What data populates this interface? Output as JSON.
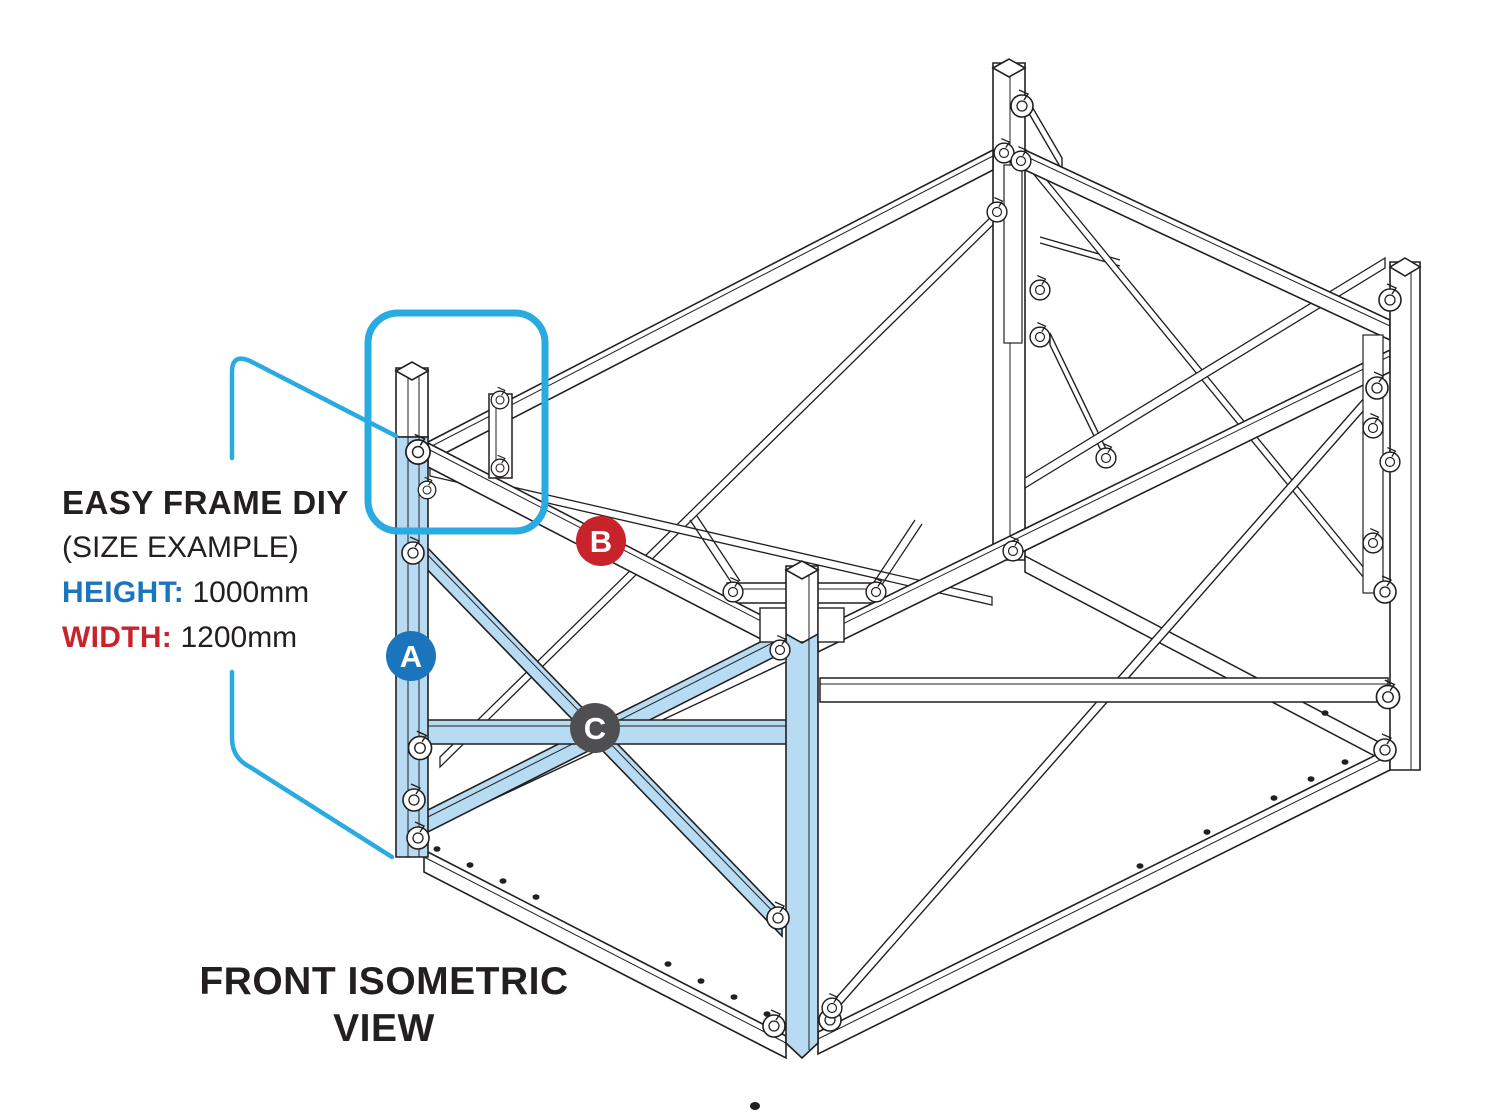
{
  "annotations": {
    "info_panel": {
      "title": "EASY FRAME DIY",
      "subtitle": "(SIZE EXAMPLE)",
      "specs": [
        {
          "label": "HEIGHT:",
          "value": "1000mm"
        },
        {
          "label": "WIDTH:",
          "value": "1200mm"
        }
      ]
    },
    "view_caption": {
      "line1": "FRONT ISOMETRIC",
      "line2": "VIEW"
    },
    "part_badges": [
      {
        "letter": "A"
      },
      {
        "letter": "B"
      },
      {
        "letter": "C"
      }
    ]
  },
  "colors": {
    "callout_accent": "#29abe2",
    "height_label_blue": "#1b75bc",
    "width_label_red": "#c8232b",
    "badge_a": "#1b75bc",
    "badge_b": "#c8232b",
    "badge_c": "#4f4f51",
    "highlight_member": "#b7dbf3",
    "line": "#231f20"
  }
}
